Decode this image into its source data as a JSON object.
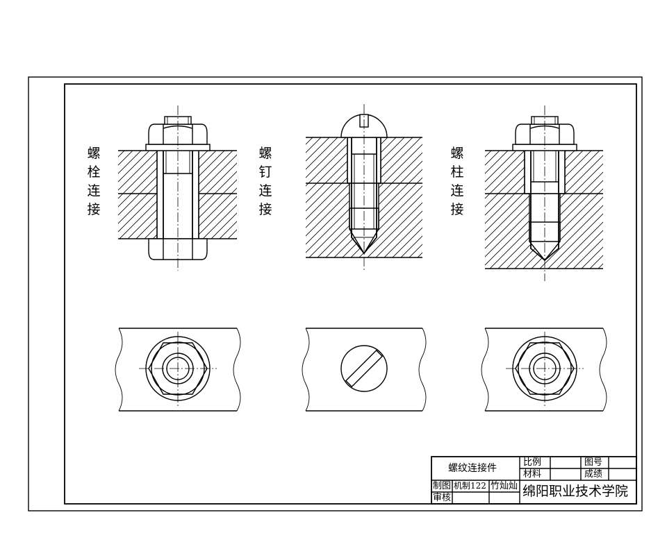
{
  "labels": {
    "bolt": [
      "螺",
      "栓",
      "连",
      "接"
    ],
    "screw": [
      "螺",
      "钉",
      "连",
      "接"
    ],
    "stud": [
      "螺",
      "柱",
      "连",
      "接"
    ]
  },
  "title_block": {
    "drawing_name": "螺纹连接件",
    "scale_label": "比例",
    "material_label": "材料",
    "drawing_no_label": "图号",
    "grade_label": "成绩",
    "drawn_by_label": "制图",
    "class_name": "机制122",
    "student_name": "竹灿灿",
    "checked_by_label": "审核",
    "school": "绵阳职业技术学院"
  }
}
